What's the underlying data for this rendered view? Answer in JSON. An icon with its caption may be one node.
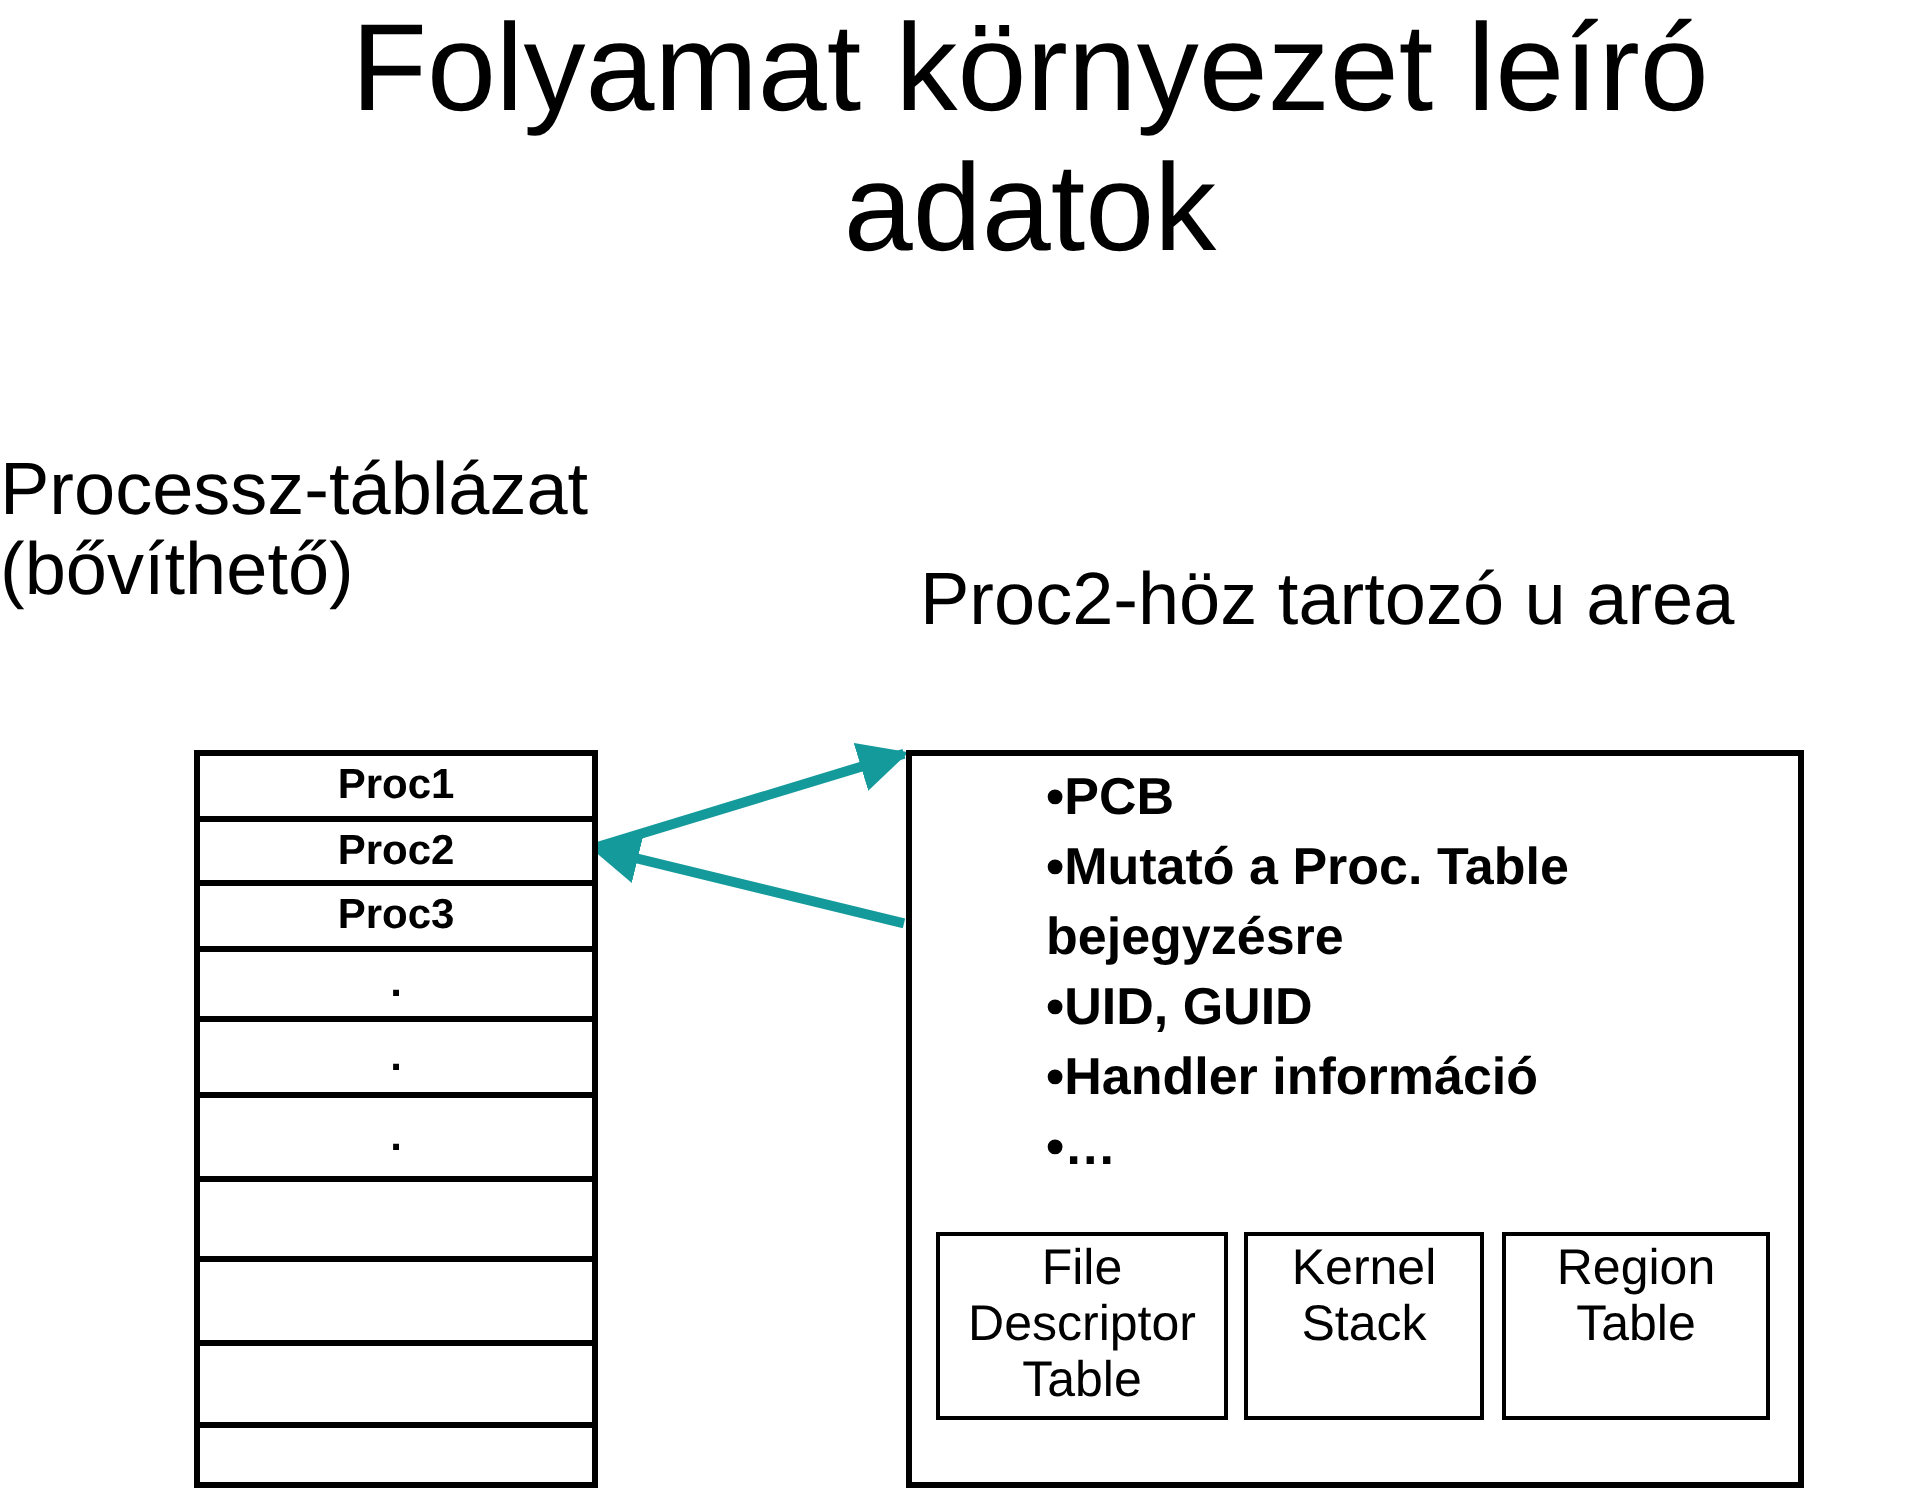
{
  "diagram": {
    "title": "Folyamat környezet leíró adatok",
    "nodes": [
      {
        "text": [
          "Processz-táblázat (bővíthető)"
        ]
      },
      {
        "text": [
          "Proc1"
        ],
        "in": 0
      },
      {
        "text": [
          "Proc2"
        ],
        "in": 0
      },
      {
        "text": [
          "Proc3"
        ],
        "in": 0
      },
      {
        "text": [
          "."
        ],
        "in": 0
      },
      {
        "text": [
          "."
        ],
        "in": 0
      },
      {
        "text": [
          "."
        ],
        "in": 0
      },
      {
        "text": [],
        "shape": "box",
        "in": 0
      },
      {
        "text": [],
        "shape": "box",
        "in": 0
      },
      {
        "text": [],
        "shape": "box",
        "in": 0
      },
      {
        "text": [],
        "shape": "box",
        "in": 0
      },
      {
        "text": [
          "Proc2-höz tartozó u area",
          "•PCB",
          "•Mutató a Proc. Table bejegyzésre",
          "•UID, GUID",
          "•Handler információ",
          "•…"
        ]
      },
      {
        "text": [
          "File Descriptor Table"
        ],
        "in": 11
      },
      {
        "text": [
          "Kernel Stack"
        ],
        "in": 11
      },
      {
        "text": [
          "Region Table"
        ],
        "in": 11
      }
    ],
    "edges": [
      {
        "from": 2,
        "to": 11,
        "arrow": "to"
      },
      {
        "from": 11,
        "to": 2,
        "arrow": "to"
      }
    ]
  }
}
